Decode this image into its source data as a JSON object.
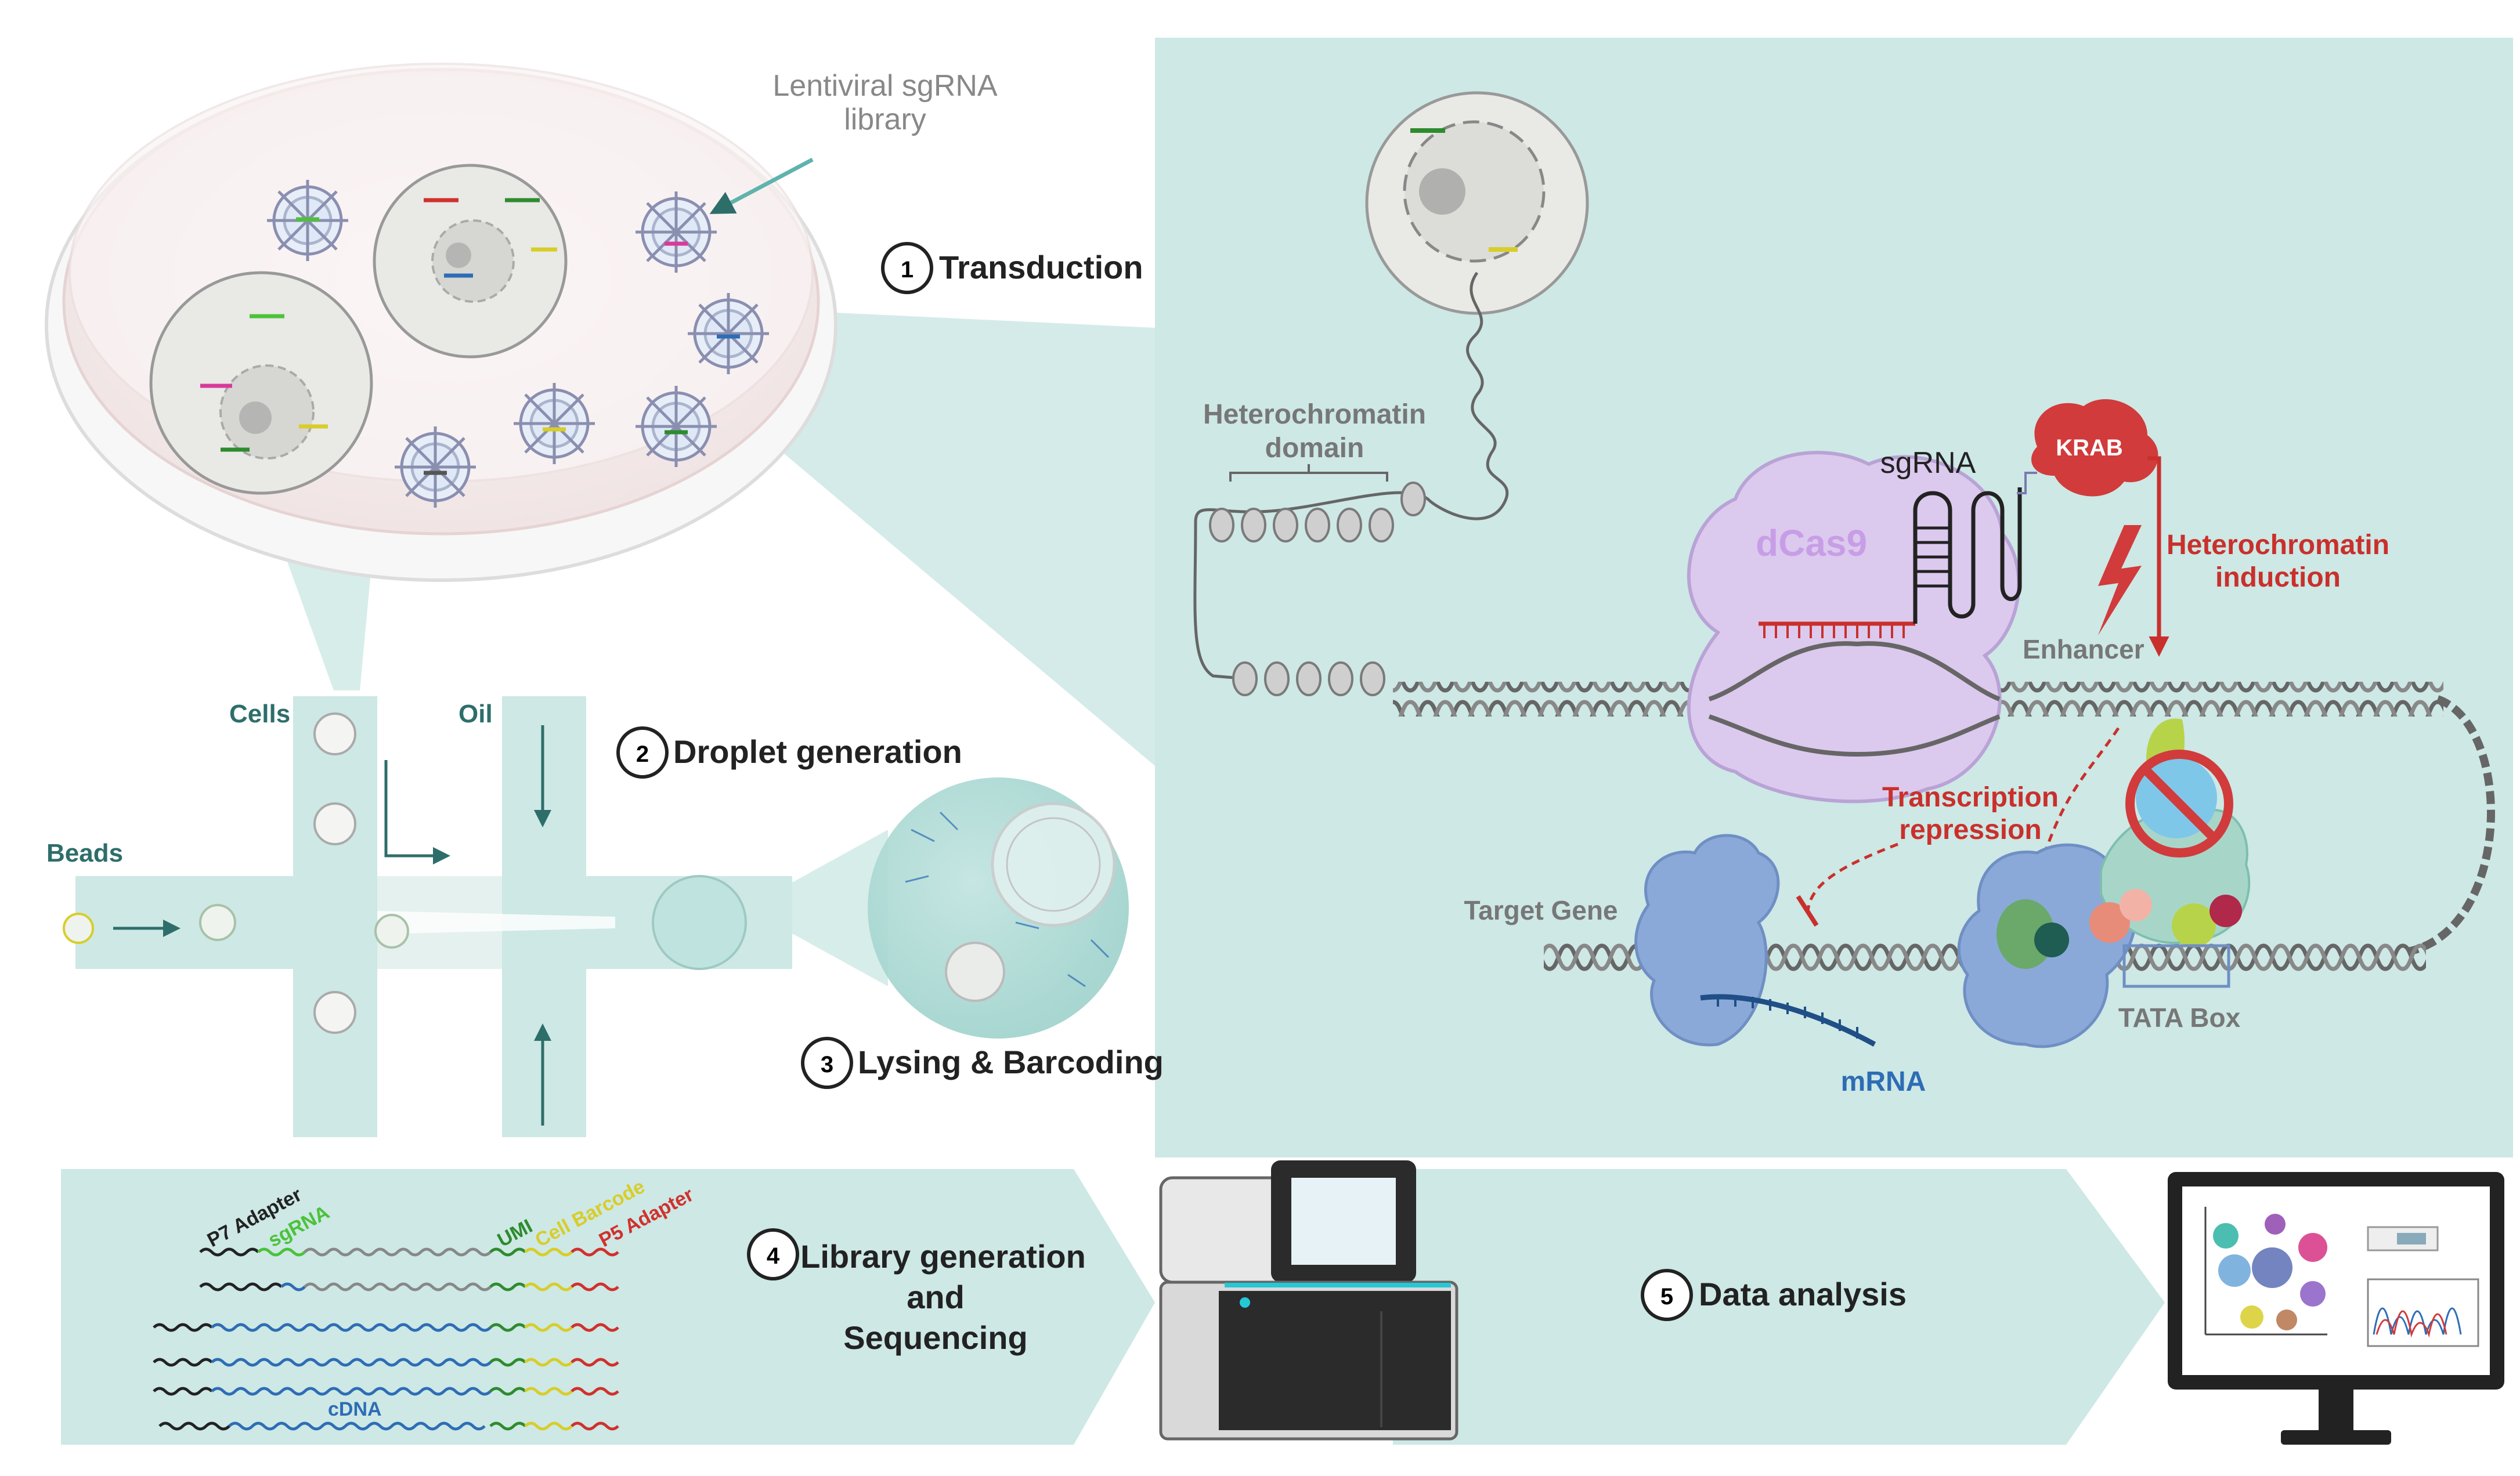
{
  "colors": {
    "panel_bg": "#cde8e5",
    "dna": "#666666",
    "dcas9": "#dcc9ee",
    "krab": "#d13b3b",
    "red_text": "#c9302c",
    "blue_text": "#2e6db5",
    "teal_text": "#2d6e6a",
    "sgrna_green": "#4cc23a",
    "umi_green": "#2e8b2e",
    "cell_barcode_yellow": "#d8cd2a",
    "p5_red": "#d0312d",
    "cdna_blue": "#2e6db5",
    "rna_polymerase": "#8aa9d8"
  },
  "labels": {
    "lentiviral_library": [
      "Lentiviral sgRNA",
      "library"
    ],
    "step1": {
      "number": "1",
      "text": "Transduction"
    },
    "step2": {
      "number": "2",
      "text": "Droplet generation"
    },
    "step3": {
      "number": "3",
      "text": "Lysing & Barcoding"
    },
    "step4": {
      "number": "4",
      "text_lines": [
        "Library generation",
        "and",
        "Sequencing"
      ]
    },
    "step5": {
      "number": "5",
      "text": "Data analysis"
    },
    "cells": "Cells",
    "oil": "Oil",
    "beads": "Beads",
    "heterochromatin_domain": [
      "Heterochromatin",
      "domain"
    ],
    "sgrna": "sgRNA",
    "krab": "KRAB",
    "dcas9": "dCas9",
    "heterochromatin_induction": [
      "Heterochromatin",
      "induction"
    ],
    "enhancer": "Enhancer",
    "transcription_repression": [
      "Transcription",
      "repression"
    ],
    "target_gene": "Target Gene",
    "tata_box": "TATA Box",
    "mrna": "mRNA",
    "p7_adapter": "P7 Adapter",
    "lib_sgrna": "sgRNA",
    "umi": "UMI",
    "cell_barcode": "Cell Barcode",
    "p5_adapter": "P5 Adapter",
    "cdna": "cDNA"
  },
  "icons": [
    "petri-dish",
    "lentivirus",
    "cell",
    "nucleosome",
    "dna-helix",
    "lightning-bolt",
    "prohibition-sign",
    "rna-polymerase",
    "sequencer",
    "computer-monitor",
    "droplet",
    "bead"
  ]
}
